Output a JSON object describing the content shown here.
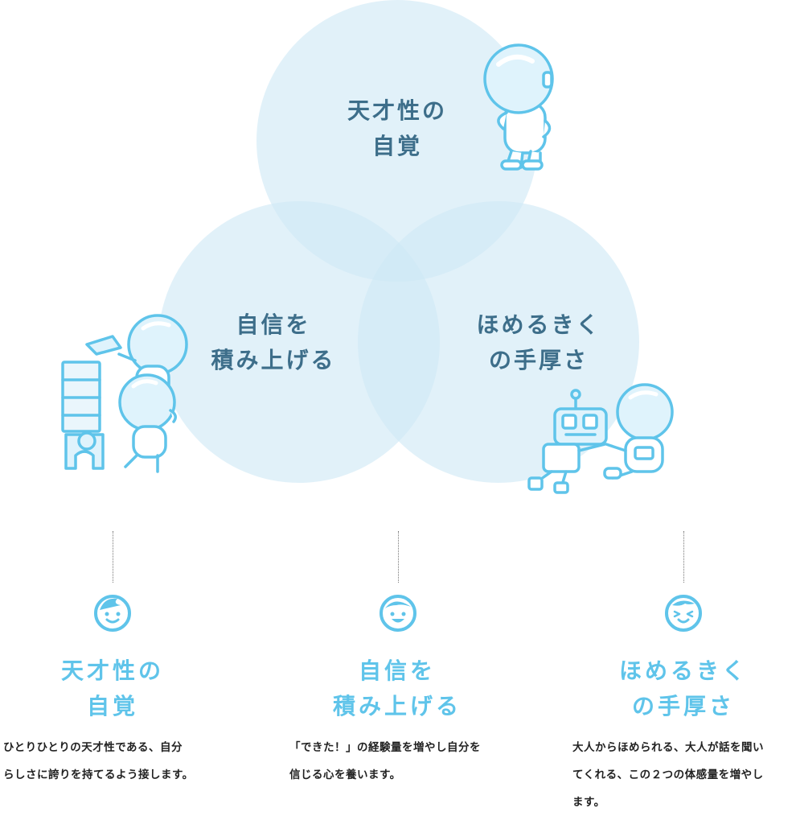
{
  "venn": {
    "top": {
      "line1": "天才性の",
      "line2": "自覚"
    },
    "left": {
      "line1": "自信を",
      "line2": "積み上げる"
    },
    "right": {
      "line1": "ほめるきく",
      "line2": "の手厚さ"
    },
    "circle_color": "#d6ecf8"
  },
  "columns": [
    {
      "title1": "天才性の",
      "title2": "自覚",
      "desc": [
        "ひとりひとりの天才性である、自分",
        "らしさに誇りを持てるよう接します。"
      ],
      "face": "smiling-face-icon"
    },
    {
      "title1": "自信を",
      "title2": "積み上げる",
      "desc": [
        "「できた！」の経験量を増やし自分を",
        "信じる心を養います。"
      ],
      "face": "happy-face-icon"
    },
    {
      "title1": "ほめるきく",
      "title2": "の手厚さ",
      "desc": [
        "大人からほめられる、大人が話を聞い",
        "てくれる、この２つの体感量を増やし",
        "ます。"
      ],
      "face": "laughing-face-icon"
    }
  ],
  "colors": {
    "accent": "#5fc4ea",
    "label": "#3d6e8a",
    "line": "#74c6ec"
  }
}
